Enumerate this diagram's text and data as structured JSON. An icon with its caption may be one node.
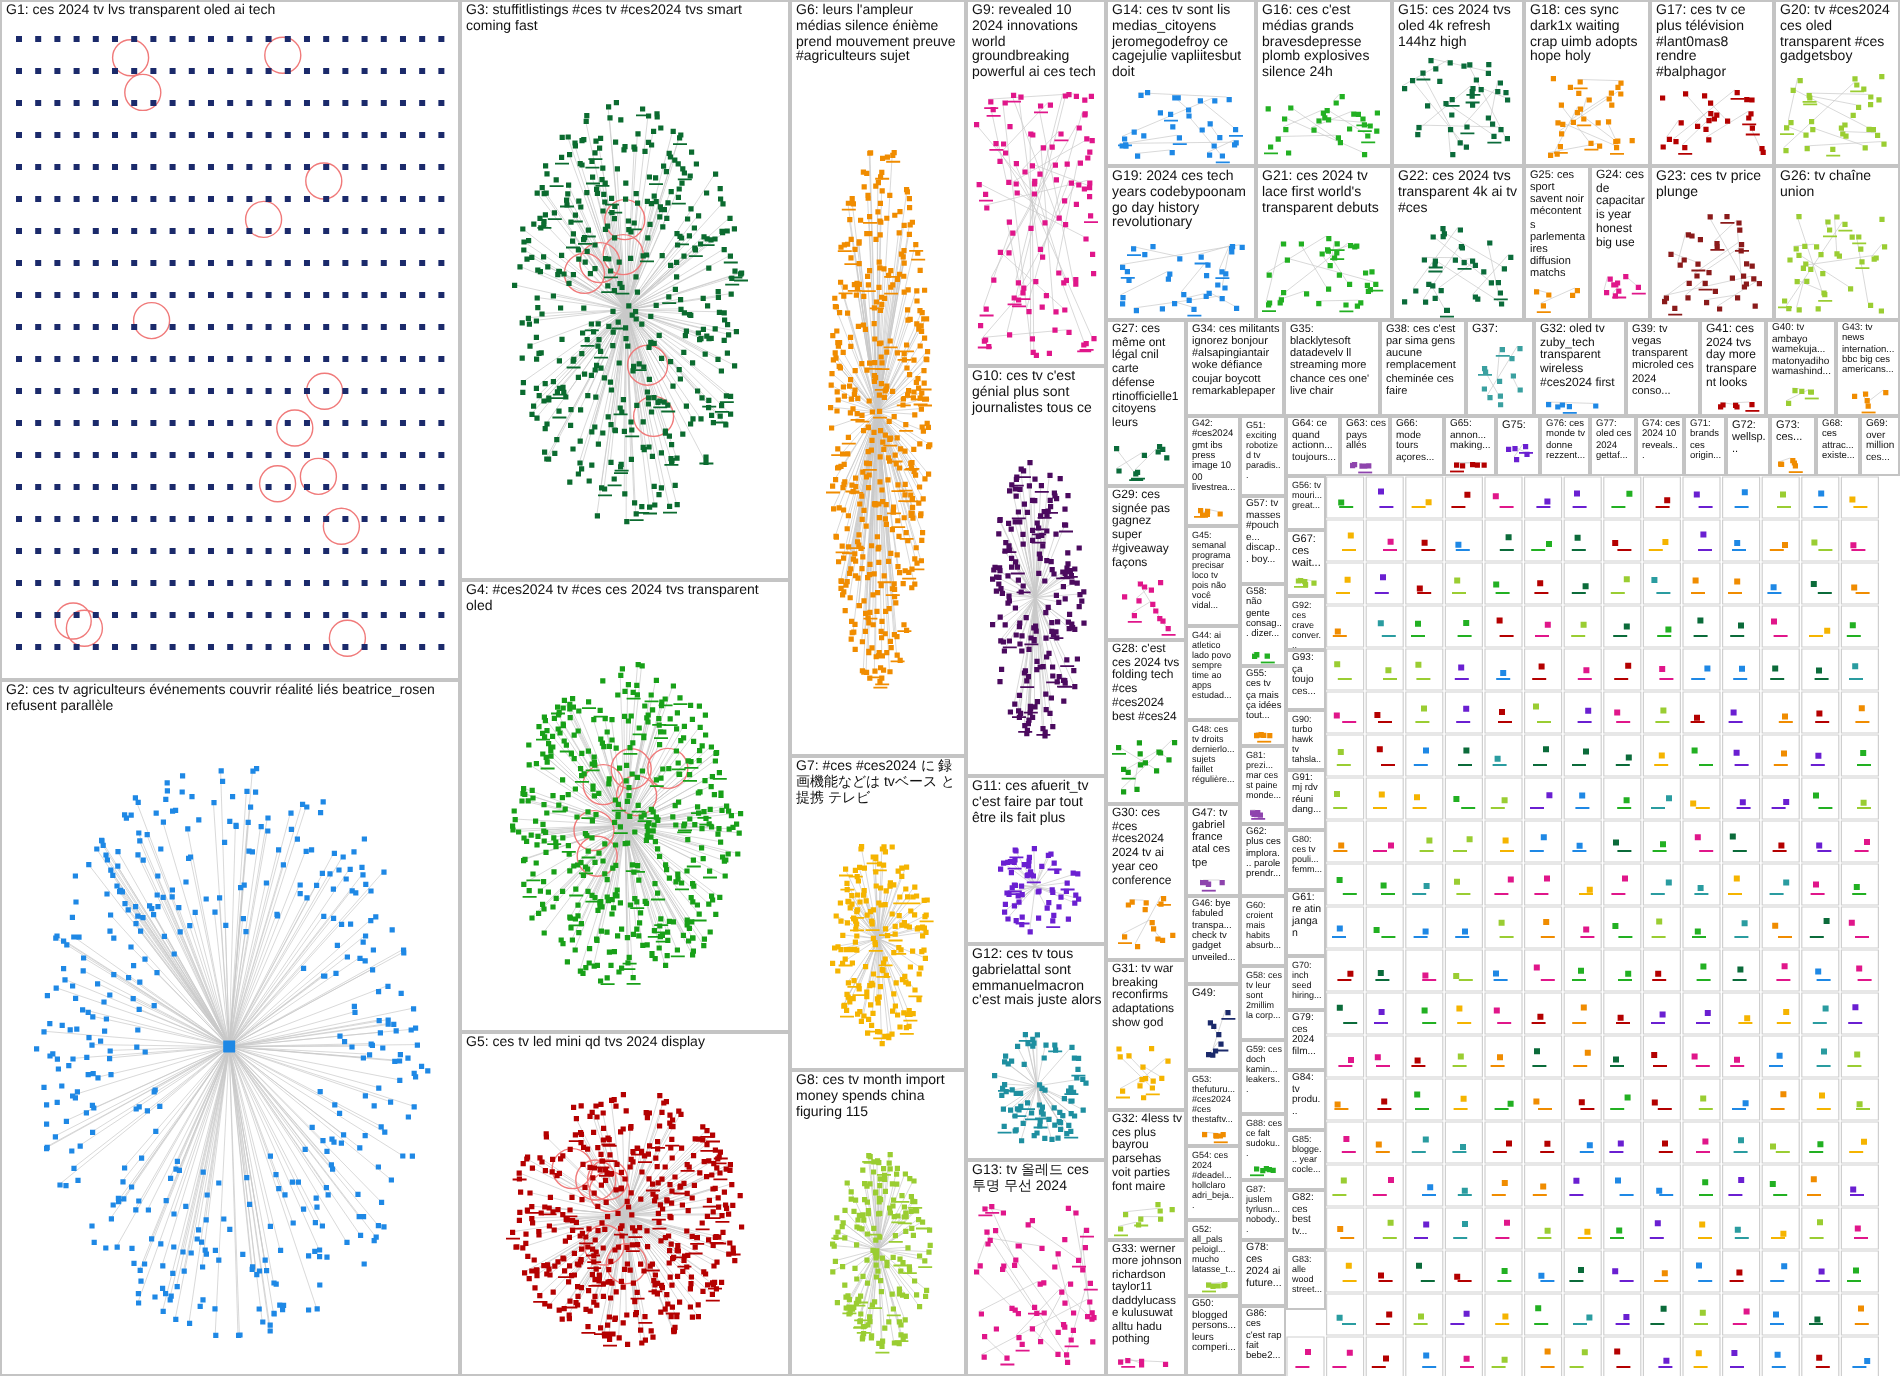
{
  "diagram": {
    "nodes": [
      {
        "text": [
          "G1: ces 2024 tv lvs transparent oled ai tech"
        ]
      },
      {
        "text": [
          "G2: ces tv agriculteurs événements couvrir réalité liés beatrice_rosen refusent parallèle"
        ]
      },
      {
        "text": [
          "G3: stuffitlistings #ces tv #ces2024 tvs smart coming fast"
        ]
      },
      {
        "text": [
          "G4: #ces2024 tv #ces ces 2024 tvs transparent oled"
        ]
      },
      {
        "text": [
          "G5: ces tv led mini qd tvs 2024 display"
        ]
      },
      {
        "text": [
          "G6: leurs l'ampleur médias silence énième prend mouvement preuve #agriculteurs sujet"
        ]
      },
      {
        "text": [
          "G7: #ces #ces2024 に 録画機能などは tvベース と提携 テレビ"
        ]
      },
      {
        "text": [
          "G8: ces tv month import money spends china figuring 115"
        ]
      },
      {
        "text": [
          "G9: revealed 10 2024 innovations world groundbreaking powerful ai ces tech"
        ]
      },
      {
        "text": [
          "G10: ces tv c'est génial plus sont journalistes tous ce"
        ]
      },
      {
        "text": [
          "G11: ces afuerit_tv c'est faire par tout être ils fait plus"
        ]
      },
      {
        "text": [
          "G12: ces tv tous gabrielattal sont emmanuelmacron c'est mais juste alors"
        ]
      },
      {
        "text": [
          "G13: tv 올레드 ces 투명 무선 2024"
        ]
      },
      {
        "text": [
          "G14: ces tv sont lis medias_citoyens jeromegodefroy ce cagejulie vapliitesbut doit"
        ]
      },
      {
        "text": [
          "G16: ces c'est médias grands bravesdepresse plomb explosives silence 24h"
        ]
      },
      {
        "text": [
          "G15: ces 2024 tvs oled 4k refresh 144hz high"
        ]
      },
      {
        "text": [
          "G18: ces sync dark1x waiting crap uimb adopts hope holy"
        ]
      },
      {
        "text": [
          "G17: ces tv ce plus télévision #lant0mas8 rendre #balphagor"
        ]
      },
      {
        "text": [
          "G20: tv #ces2024 ces oled transparent #ces gadgetsboy"
        ]
      },
      {
        "text": [
          "G19: 2024 ces tech years codebypoonam go day history revolutionary"
        ]
      },
      {
        "text": [
          "G21: ces 2024 tv lace first world's transparent debuts"
        ]
      },
      {
        "text": [
          "G22: ces 2024 tvs transparent 4k ai tv #ces"
        ]
      },
      {
        "text": [
          "G25: ces sport savent noir mécontents parlementaires diffusion matchs"
        ]
      },
      {
        "text": [
          "G24: ces de capacitaris year honest big use"
        ]
      },
      {
        "text": [
          "G23: ces tv price plunge"
        ]
      },
      {
        "text": [
          "G26: tv chaîne union"
        ]
      },
      {
        "text": [
          "G27: ces même ont légal cnil carte défense rtinofficielle1 citoyens leurs"
        ]
      },
      {
        "text": [
          "G34: ces militants ignorez bonjour #alsapingiantair woke défiance coujar boycott remarkablepaper"
        ]
      },
      {
        "text": [
          "G35: blacklytesoft datadevelv ll streaming more chance ces one' live chair"
        ]
      },
      {
        "text": [
          "G38: ces c'est par sima gens aucune remplacement cheminée ces faire"
        ]
      },
      {
        "text": [
          "G37:"
        ]
      },
      {
        "text": [
          "G32: oled tv zuby_tech transparent wireless #ces2024 first"
        ]
      },
      {
        "text": [
          "G39: tv vegas transparent microled ces 2024 conso..."
        ]
      },
      {
        "text": [
          "G41: ces 2024 tvs day more transparent looks"
        ]
      },
      {
        "text": [
          "G40: tv ambayo wamekuja... matonyadiho wamashind..."
        ]
      },
      {
        "text": [
          "G43: tv news internation... bbc big ces americans..."
        ]
      },
      {
        "text": [
          "G29: ces signée pas gagnez super #giveaway façons"
        ]
      },
      {
        "text": [
          "G42: #ces2024 gmt ibs press image 10 00 livestrea..."
        ]
      },
      {
        "text": [
          "G51: exciting robotized tv paradis..."
        ]
      },
      {
        "text": [
          "G64: ce quand actionn... toujours..."
        ]
      },
      {
        "text": [
          "G63: ces pays allés"
        ]
      },
      {
        "text": [
          "G66: mode tours açores..."
        ]
      },
      {
        "text": [
          "G65: annon... making..."
        ]
      },
      {
        "text": [
          "G75:"
        ]
      },
      {
        "text": [
          "G76: ces monde tv donne rezzent..."
        ]
      },
      {
        "text": [
          "G77: oled ces 2024 gettaf..."
        ]
      },
      {
        "text": [
          "G74: ces 2024 10 reveals..."
        ]
      },
      {
        "text": [
          "G71: brands ces origin..."
        ]
      },
      {
        "text": [
          "G72: wellsp..."
        ]
      },
      {
        "text": [
          "G73: ces..."
        ]
      },
      {
        "text": [
          "G68: ces attrac... existe..."
        ]
      },
      {
        "text": [
          "G69: over million ces..."
        ]
      },
      {
        "text": [
          "G28: c'est ces 2024 tvs folding tech #ces #ces2024 best #ces24"
        ]
      },
      {
        "text": [
          "G30: ces #ces #ces2024 2024 tv ai year ceo conference"
        ]
      },
      {
        "text": [
          "G31: tv war breaking reconfirms adaptations show god"
        ]
      },
      {
        "text": [
          "G32: 4less tv ces plus bayrou parsehas voit parties font maire"
        ]
      },
      {
        "text": [
          "G33: werner more johnson richardson taylor11 daddylucasse kulusuwat alltu hadu pothing"
        ]
      },
      {
        "text": [
          "G45: semanal programa precisar loco tv pois não você vidal..."
        ]
      },
      {
        "text": [
          "G44: ai atletico lado povo sempre time ao apps estudad..."
        ]
      },
      {
        "text": [
          "G48: ces tv droits dernierlo... sujets faillet régulière..."
        ]
      },
      {
        "text": [
          "G47: tv gabriel france atal ces tpe"
        ]
      },
      {
        "text": [
          "G46: bye fabuled transpa... check tv gadget unveiled..."
        ]
      },
      {
        "text": [
          "G49:"
        ]
      },
      {
        "text": [
          "G53: thefuturu... #ces2024 #ces thestaftv..."
        ]
      },
      {
        "text": [
          "G54: ces 2024 #deadel... hollclaro adri_beja..."
        ]
      },
      {
        "text": [
          "G52: all_pals peloigl... mucho latasse_t..."
        ]
      },
      {
        "text": [
          "G50: blogged persons... leurs comperi..."
        ]
      },
      {
        "text": [
          "G57: tv masses #pouche... discap... boy..."
        ]
      },
      {
        "text": [
          "G58: não gente consag... dizer..."
        ]
      },
      {
        "text": [
          "G55: ces tv ça mais ça idées tout..."
        ]
      },
      {
        "text": [
          "G81: prezi... mar ces st paine monde..."
        ]
      },
      {
        "text": [
          "G62: plus ces implora... parole prendr..."
        ]
      },
      {
        "text": [
          "G60: croient mais habits absurb..."
        ]
      },
      {
        "text": [
          "G58: ces tv leur sont 2millim la corp..."
        ]
      },
      {
        "text": [
          "G59: ces doch kamin... leakers..."
        ]
      },
      {
        "text": [
          "G88: ces ce falt sudoku..."
        ]
      },
      {
        "text": [
          "G87: juslem tyrlusn... nobody..."
        ]
      },
      {
        "text": [
          "G78: ces 2024 ai future..."
        ]
      },
      {
        "text": [
          "G86: ces c'est rap fait bebe2..."
        ]
      },
      {
        "text": [
          "G56: tv mouri... great..."
        ]
      },
      {
        "text": [
          "G67: ces wait..."
        ]
      },
      {
        "text": [
          "G92: ces crave conver..."
        ]
      },
      {
        "text": [
          "G93: ça toujo ces..."
        ]
      },
      {
        "text": [
          "G90: turbo hawk tv tahsla..."
        ]
      },
      {
        "text": [
          "G91: mj rdv réuni dang..."
        ]
      },
      {
        "text": [
          "G80: ces tv pouli... femm..."
        ]
      },
      {
        "text": [
          "G61: re atin jangan"
        ]
      },
      {
        "text": [
          "G70: inch seed hiring..."
        ]
      },
      {
        "text": [
          "G79: ces 2024 film..."
        ]
      },
      {
        "text": [
          "G84: tv produ..."
        ]
      },
      {
        "text": [
          "G85: blogge... year cocle..."
        ]
      },
      {
        "text": [
          "G82: ces best tv..."
        ]
      },
      {
        "text": [
          "G83: alle wood street..."
        ]
      }
    ]
  }
}
